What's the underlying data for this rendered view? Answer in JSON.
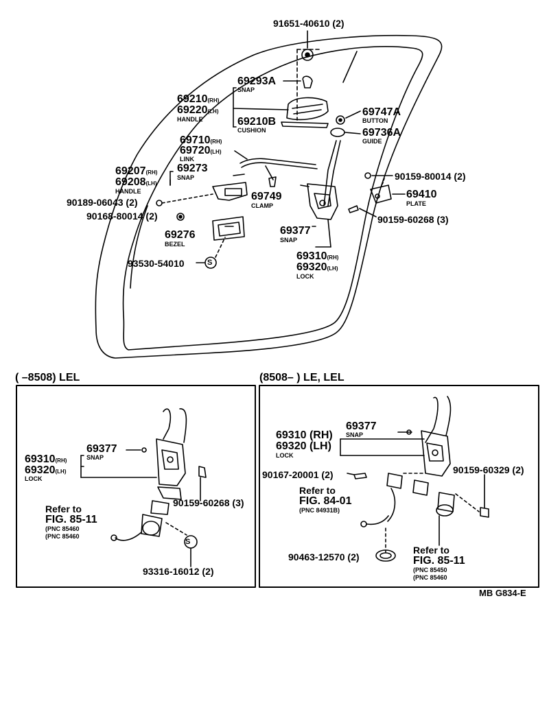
{
  "main": {
    "p91651": "91651-40610 (2)",
    "p69293A": "69293A",
    "snap1": "SNAP",
    "p69210": "69210",
    "p69220": "69220",
    "rh": "(RH)",
    "lh": "(LH)",
    "handle1": "HANDLE",
    "p69210B": "69210B",
    "cushion": "CUSHION",
    "p69747A": "69747A",
    "button": "BUTTON",
    "p69736A": "69736A",
    "guide": "GUIDE",
    "p69710": "69710",
    "p69720": "69720",
    "link": "LINK",
    "p69207": "69207",
    "p69208": "69208",
    "handle2": "HANDLE",
    "p69273": "69273",
    "snap2": "SNAP",
    "p90159a": "90159-80014 (2)",
    "p69410": "69410",
    "plate": "PLATE",
    "p90189": "90189-06043 (2)",
    "p69749": "69749",
    "clamp": "CLAMP",
    "p90168": "90168-80014 (2)",
    "p90159b": "90159-60268 (3)",
    "p69377": "69377",
    "snap3": "SNAP",
    "p69276": "69276",
    "bezel": "BEZEL",
    "p69310": "69310",
    "p69320": "69320",
    "lock": "LOCK",
    "p93530": "93530-54010"
  },
  "left_box": {
    "header": "(        –8508) LEL",
    "p69377": "69377",
    "snap": "SNAP",
    "p69310": "69310",
    "p69320": "69320",
    "lock": "LOCK",
    "p90159": "90159-60268 (3)",
    "refer": "Refer to",
    "fig": "FIG. 85-11",
    "pnc1": "(PNC 85460",
    "pnc2": "(PNC 85460",
    "p93316": "93316-16012 (2)"
  },
  "right_box": {
    "header": "(8508–        ) LE, LEL",
    "p69377": "69377",
    "snap": "SNAP",
    "p69310": "69310 (RH)",
    "p69320": "69320 (LH)",
    "lock": "LOCK",
    "p90167": "90167-20001 (2)",
    "p90159": "90159-60329 (2)",
    "refer1": "Refer to",
    "fig1": "FIG. 84-01",
    "pnc1": "(PNC 84931B)",
    "p90463": "90463-12570 (2)",
    "refer2": "Refer to",
    "fig2": "FIG. 85-11",
    "pnc2a": "(PNC 85450",
    "pnc2b": "(PNC 85460"
  },
  "footer": {
    "code": "MB  G834-E"
  }
}
